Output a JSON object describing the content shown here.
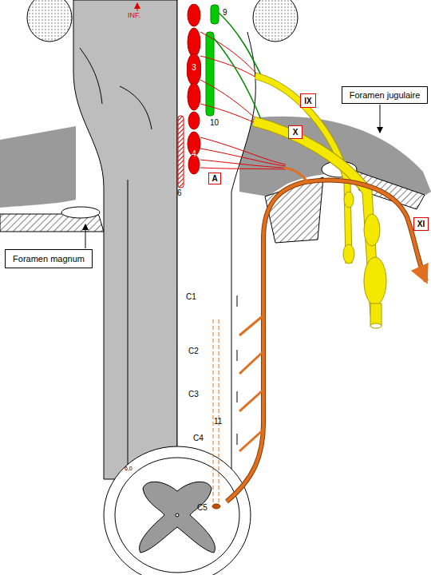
{
  "diagram": {
    "nodes": [
      {
        "text": [
          "3"
        ]
      },
      {
        "text": [
          "Foramen jugulaire"
        ]
      },
      {
        "text": [
          "IX"
        ]
      },
      {
        "text": [
          "X"
        ]
      },
      {
        "text": [
          "4"
        ]
      },
      {
        "text": [
          "A"
        ]
      },
      {
        "text": [
          "XI"
        ]
      },
      {
        "text": [
          "Foramen magnum"
        ]
      }
    ],
    "labels": [
      "INF.",
      "9",
      "10",
      "6",
      "C1",
      "C2",
      "C3",
      "C4",
      "11",
      "6,0",
      "C5"
    ]
  }
}
